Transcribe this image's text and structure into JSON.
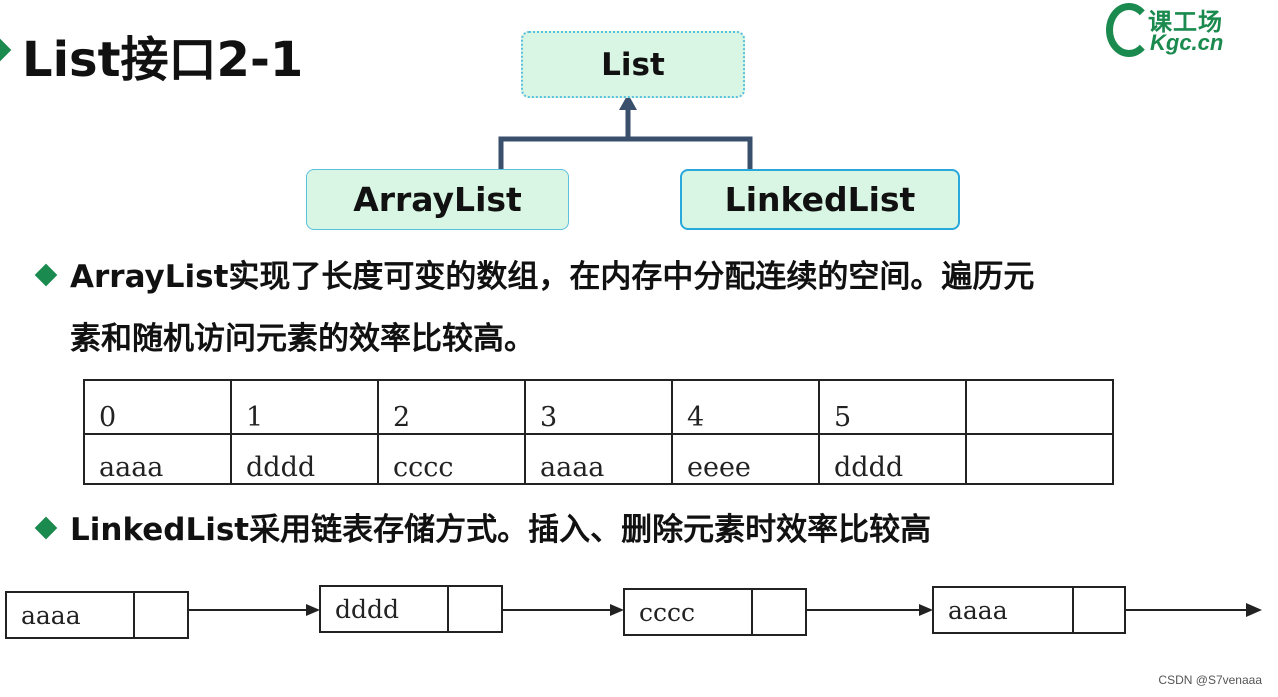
{
  "title": "List接口2-1",
  "logo": {
    "cn": "课工场",
    "en": "Kgc.cn"
  },
  "hierarchy": {
    "parent": "List",
    "children": [
      "ArrayList",
      "LinkedList"
    ]
  },
  "bullets": {
    "arraylist_line1": "ArrayList实现了长度可变的数组，在内存中分配连续的空间。遍历元",
    "arraylist_line2": "素和随机访问元素的效率比较高。",
    "linkedlist": "LinkedList采用链表存储方式。插入、删除元素时效率比较高"
  },
  "array_table": {
    "indices": [
      "0",
      "1",
      "2",
      "3",
      "4",
      "5",
      ""
    ],
    "values": [
      "aaaa",
      "dddd",
      "cccc",
      "aaaa",
      "eeee",
      "dddd",
      ""
    ]
  },
  "linked_nodes": [
    "aaaa",
    "dddd",
    "cccc",
    "aaaa"
  ],
  "watermark": "CSDN @S7venaaa",
  "colors": {
    "accent": "#1a8a4e",
    "box_fill": "#d9f5e3",
    "box_border": "#29a8dc",
    "connector": "#3a4f6b"
  }
}
